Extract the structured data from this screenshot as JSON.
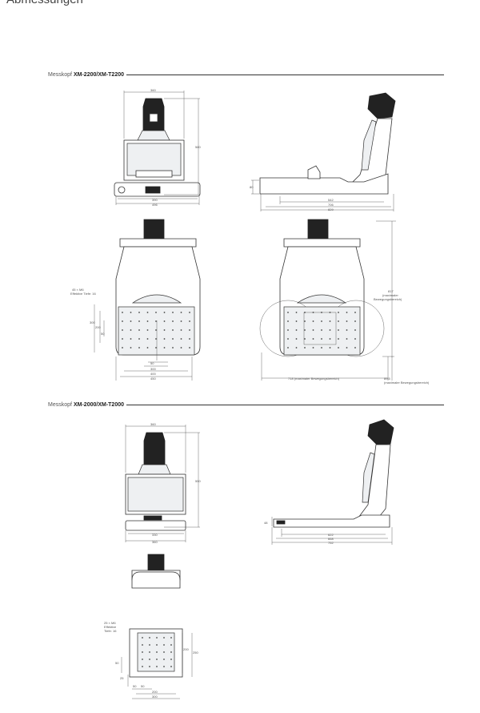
{
  "page": {
    "title": "Abmessungen"
  },
  "sections": [
    {
      "prefix": "Messkopf",
      "model": "XM-2200/XM-T2200",
      "front": {
        "width_top": "360",
        "height": "580",
        "base_inner": "390",
        "base_outer": "496"
      },
      "side": {
        "height": "80",
        "d1": "542",
        "d2": "706",
        "d3": "829"
      },
      "top": {
        "thread_note_1": "45 × M6",
        "thread_note_2": "Effektive Tiefe: 16",
        "v1": "300",
        "v2": "200",
        "v3": "50",
        "h1": "50",
        "h2": "300",
        "h3": "400",
        "h4": "450"
      },
      "motion": {
        "depth": "817",
        "depth_note_1": "(maximaler",
        "depth_note_2": "Bewegungsbereich)",
        "width": "718 (maximaler Bewegungsbereich)",
        "offset": "89.5",
        "offset_note": "(maximaler Bewegungsbereich)"
      }
    },
    {
      "prefix": "Messkopf",
      "model": "XM-2000/XM-T2000",
      "front": {
        "width_top": "360",
        "height": "550",
        "base_inner": "330",
        "base_outer": "360"
      },
      "side": {
        "height": "48",
        "d1": "622",
        "d2": "668",
        "d3": "752"
      },
      "top": {
        "thread_note_1": "25 × M6",
        "thread_note_2": "Effektive",
        "thread_note_3": "Tiefe: 16",
        "v1": "200",
        "v2": "250",
        "v3": "50",
        "v4": "25",
        "h1": "50",
        "h2": "50",
        "h3": "200",
        "h4": "300"
      }
    }
  ]
}
